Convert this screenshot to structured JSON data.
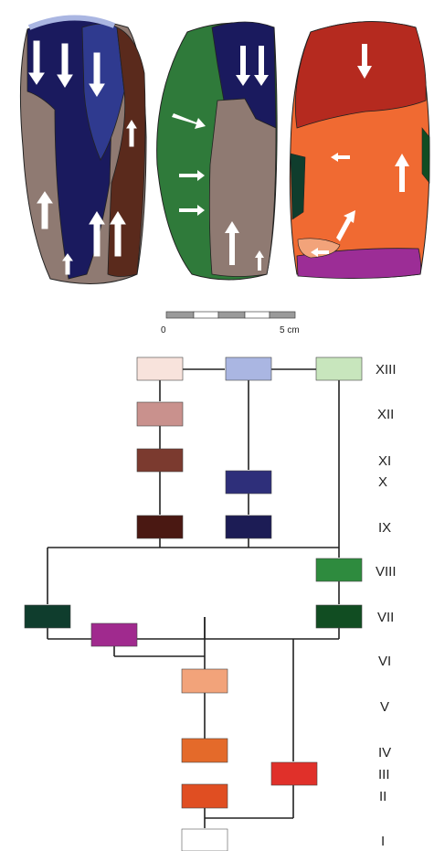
{
  "scale_bar": {
    "start_label": "0",
    "end_label": "5 cm"
  },
  "phases": [
    {
      "label": "XIII"
    },
    {
      "label": "XII"
    },
    {
      "label": "XI"
    },
    {
      "label": "X"
    },
    {
      "label": "IX"
    },
    {
      "label": "VIII"
    },
    {
      "label": "VII"
    },
    {
      "label": "VI"
    },
    {
      "label": "V"
    },
    {
      "label": "IV"
    },
    {
      "label": "III"
    },
    {
      "label": "II"
    },
    {
      "label": "I"
    }
  ],
  "colors": {
    "xiii_a": "#f8e3dc",
    "xiii_b": "#aab6e2",
    "xiii_c": "#c8e6bd",
    "xii": "#c9918d",
    "xi": "#7b3a2f",
    "x": "#2e2f7a",
    "ix_a": "#4a1812",
    "ix_b": "#1c1c55",
    "viii": "#2e8b3e",
    "vii_a": "#0f3d2d",
    "vii_b": "#114d22",
    "vi": "#a02a8e",
    "v": "#f2a37a",
    "iv": "#e46a2a",
    "iii": "#e0302a",
    "ii": "#e04e22",
    "i": "#ffffff",
    "stone_dark_blue": "#1a1a5e",
    "stone_mid_blue": "#2f3a8f",
    "stone_grey": "#8f7a72",
    "stone_brown": "#5a2a1c",
    "stone_green": "#2f7a3a",
    "stone_red": "#b52a1f",
    "stone_orange": "#f06a32",
    "stone_purple": "#9c2d96"
  }
}
